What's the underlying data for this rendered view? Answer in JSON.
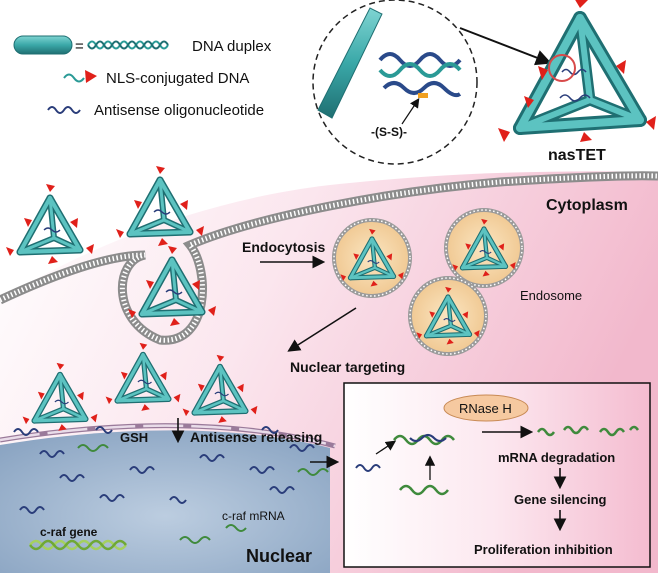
{
  "legend": {
    "duplex_eq": "=",
    "duplex_label": "DNA duplex",
    "nls_label": "NLS-conjugated DNA",
    "antisense_label": "Antisense oligonucleotide"
  },
  "inset": {
    "disulfide_label": "-(S-S)-"
  },
  "nastet_label": "nasTET",
  "regions": {
    "cytoplasm": "Cytoplasm",
    "nuclear": "Nuclear"
  },
  "steps": {
    "endocytosis": "Endocytosis",
    "endosome": "Endosome",
    "nuclear_targeting": "Nuclear targeting",
    "gsh": "GSH",
    "antisense_releasing": "Antisense releasing"
  },
  "nucleus": {
    "craf_mrna": "c-raf mRNA",
    "craf_gene": "c-raf gene"
  },
  "mechanism": {
    "rnase": "RNase H",
    "mrna_degradation": "mRNA degradation",
    "gene_silencing": "Gene silencing",
    "proliferation_inhibition": "Proliferation inhibition"
  },
  "colors": {
    "tube": "#3aa8a8",
    "tube_dark": "#1f6f72",
    "nls_red": "#e0201a",
    "antisense": "#2a3d7a",
    "mrna": "#3f8a3c",
    "cytoplasm_pink": "#f6c6d6",
    "nucleus_blue": "#9fb6cf",
    "endosome_fill": "#f6d9a6",
    "rnase_fill": "#f6c9a0"
  }
}
